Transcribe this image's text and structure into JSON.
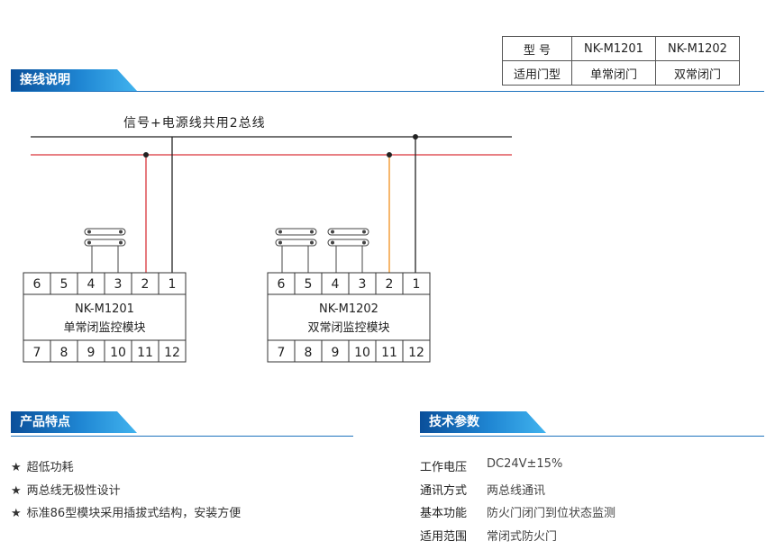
{
  "wiring_title": "接线说明",
  "features_title": "产品特点",
  "specs_title": "技术参数",
  "model_table": {
    "row1": [
      "型    号",
      "NK-M1201",
      "NK-M1202"
    ],
    "row2": [
      "适用门型",
      "单常闭门",
      "双常闭门"
    ]
  },
  "diagram": {
    "bus_label": "信号+电源线共用2总线",
    "modules": [
      {
        "model": "NK-M1201",
        "name": "单常闭监控模块",
        "top_terminals": [
          "6",
          "5",
          "4",
          "3",
          "2",
          "1"
        ],
        "bottom_terminals": [
          "7",
          "8",
          "9",
          "10",
          "11",
          "12"
        ]
      },
      {
        "model": "NK-M1202",
        "name": "双常闭监控模块",
        "top_terminals": [
          "6",
          "5",
          "4",
          "3",
          "2",
          "1"
        ],
        "bottom_terminals": [
          "7",
          "8",
          "9",
          "10",
          "11",
          "12"
        ]
      }
    ],
    "colors": {
      "bus_black": "#222222",
      "bus_red": "#d9343a",
      "tap_orange": "#f0901e"
    }
  },
  "features": [
    "超低功耗",
    "两总线无极性设计",
    "标准86型模块采用插拔式结构，安装方便"
  ],
  "feature_bullet": "★",
  "specs": [
    {
      "label": "工作电压",
      "value": "DC24V±15%"
    },
    {
      "label": "通讯方式",
      "value": "两总线通讯"
    },
    {
      "label": "基本功能",
      "value": "防火门闭门到位状态监测"
    },
    {
      "label": "适用范围",
      "value": "常闭式防火门"
    }
  ]
}
